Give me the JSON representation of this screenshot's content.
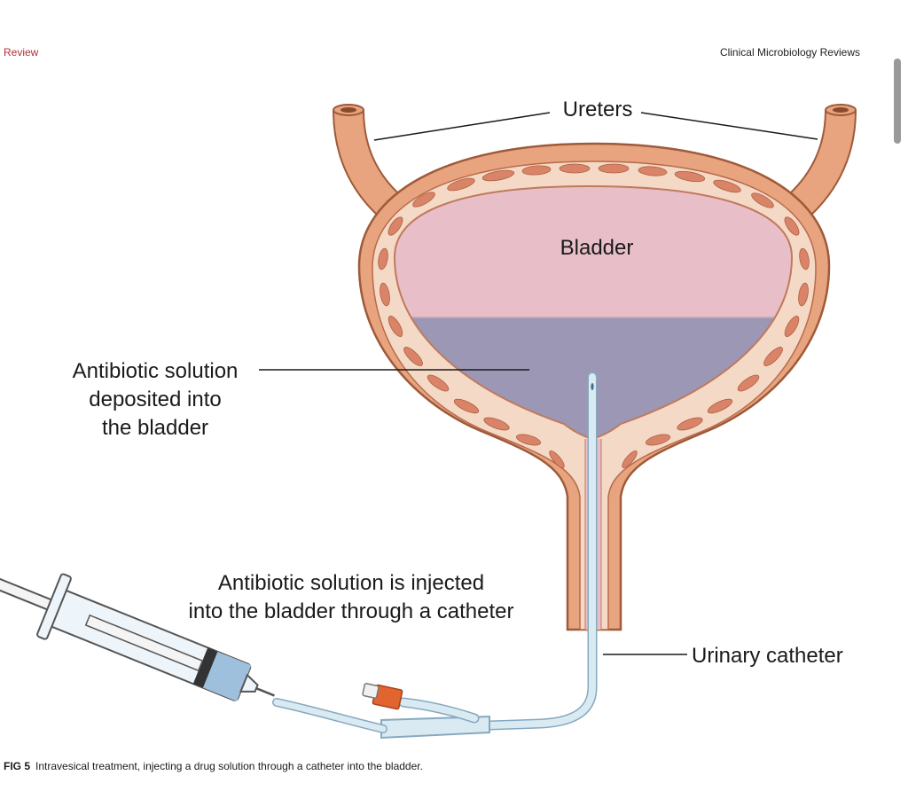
{
  "header": {
    "section": "Review",
    "journal": "Clinical Microbiology Reviews"
  },
  "diagram": {
    "labels": {
      "ureters": "Ureters",
      "bladder": "Bladder",
      "antibiotic_deposited_line1": "Antibiotic solution",
      "antibiotic_deposited_line2": "deposited into",
      "antibiotic_deposited_line3": "the bladder",
      "injected_line1": "Antibiotic solution is injected",
      "injected_line2": "into the bladder through a catheter",
      "urinary_catheter": "Urinary catheter"
    },
    "colors": {
      "wall": "#e8a47e",
      "wall_outline": "#9e5a3a",
      "muscle": "#d98468",
      "urine": "#e8bfc8",
      "solution": "#9b97b5",
      "catheter": "#daeaf2",
      "catheter_outline": "#86a9bf",
      "syringe_fluid": "#9fc0dd",
      "valve": "#e2642f"
    }
  },
  "caption": {
    "label": "FIG 5",
    "text": "Intravesical treatment, injecting a drug solution through a catheter into the bladder."
  }
}
